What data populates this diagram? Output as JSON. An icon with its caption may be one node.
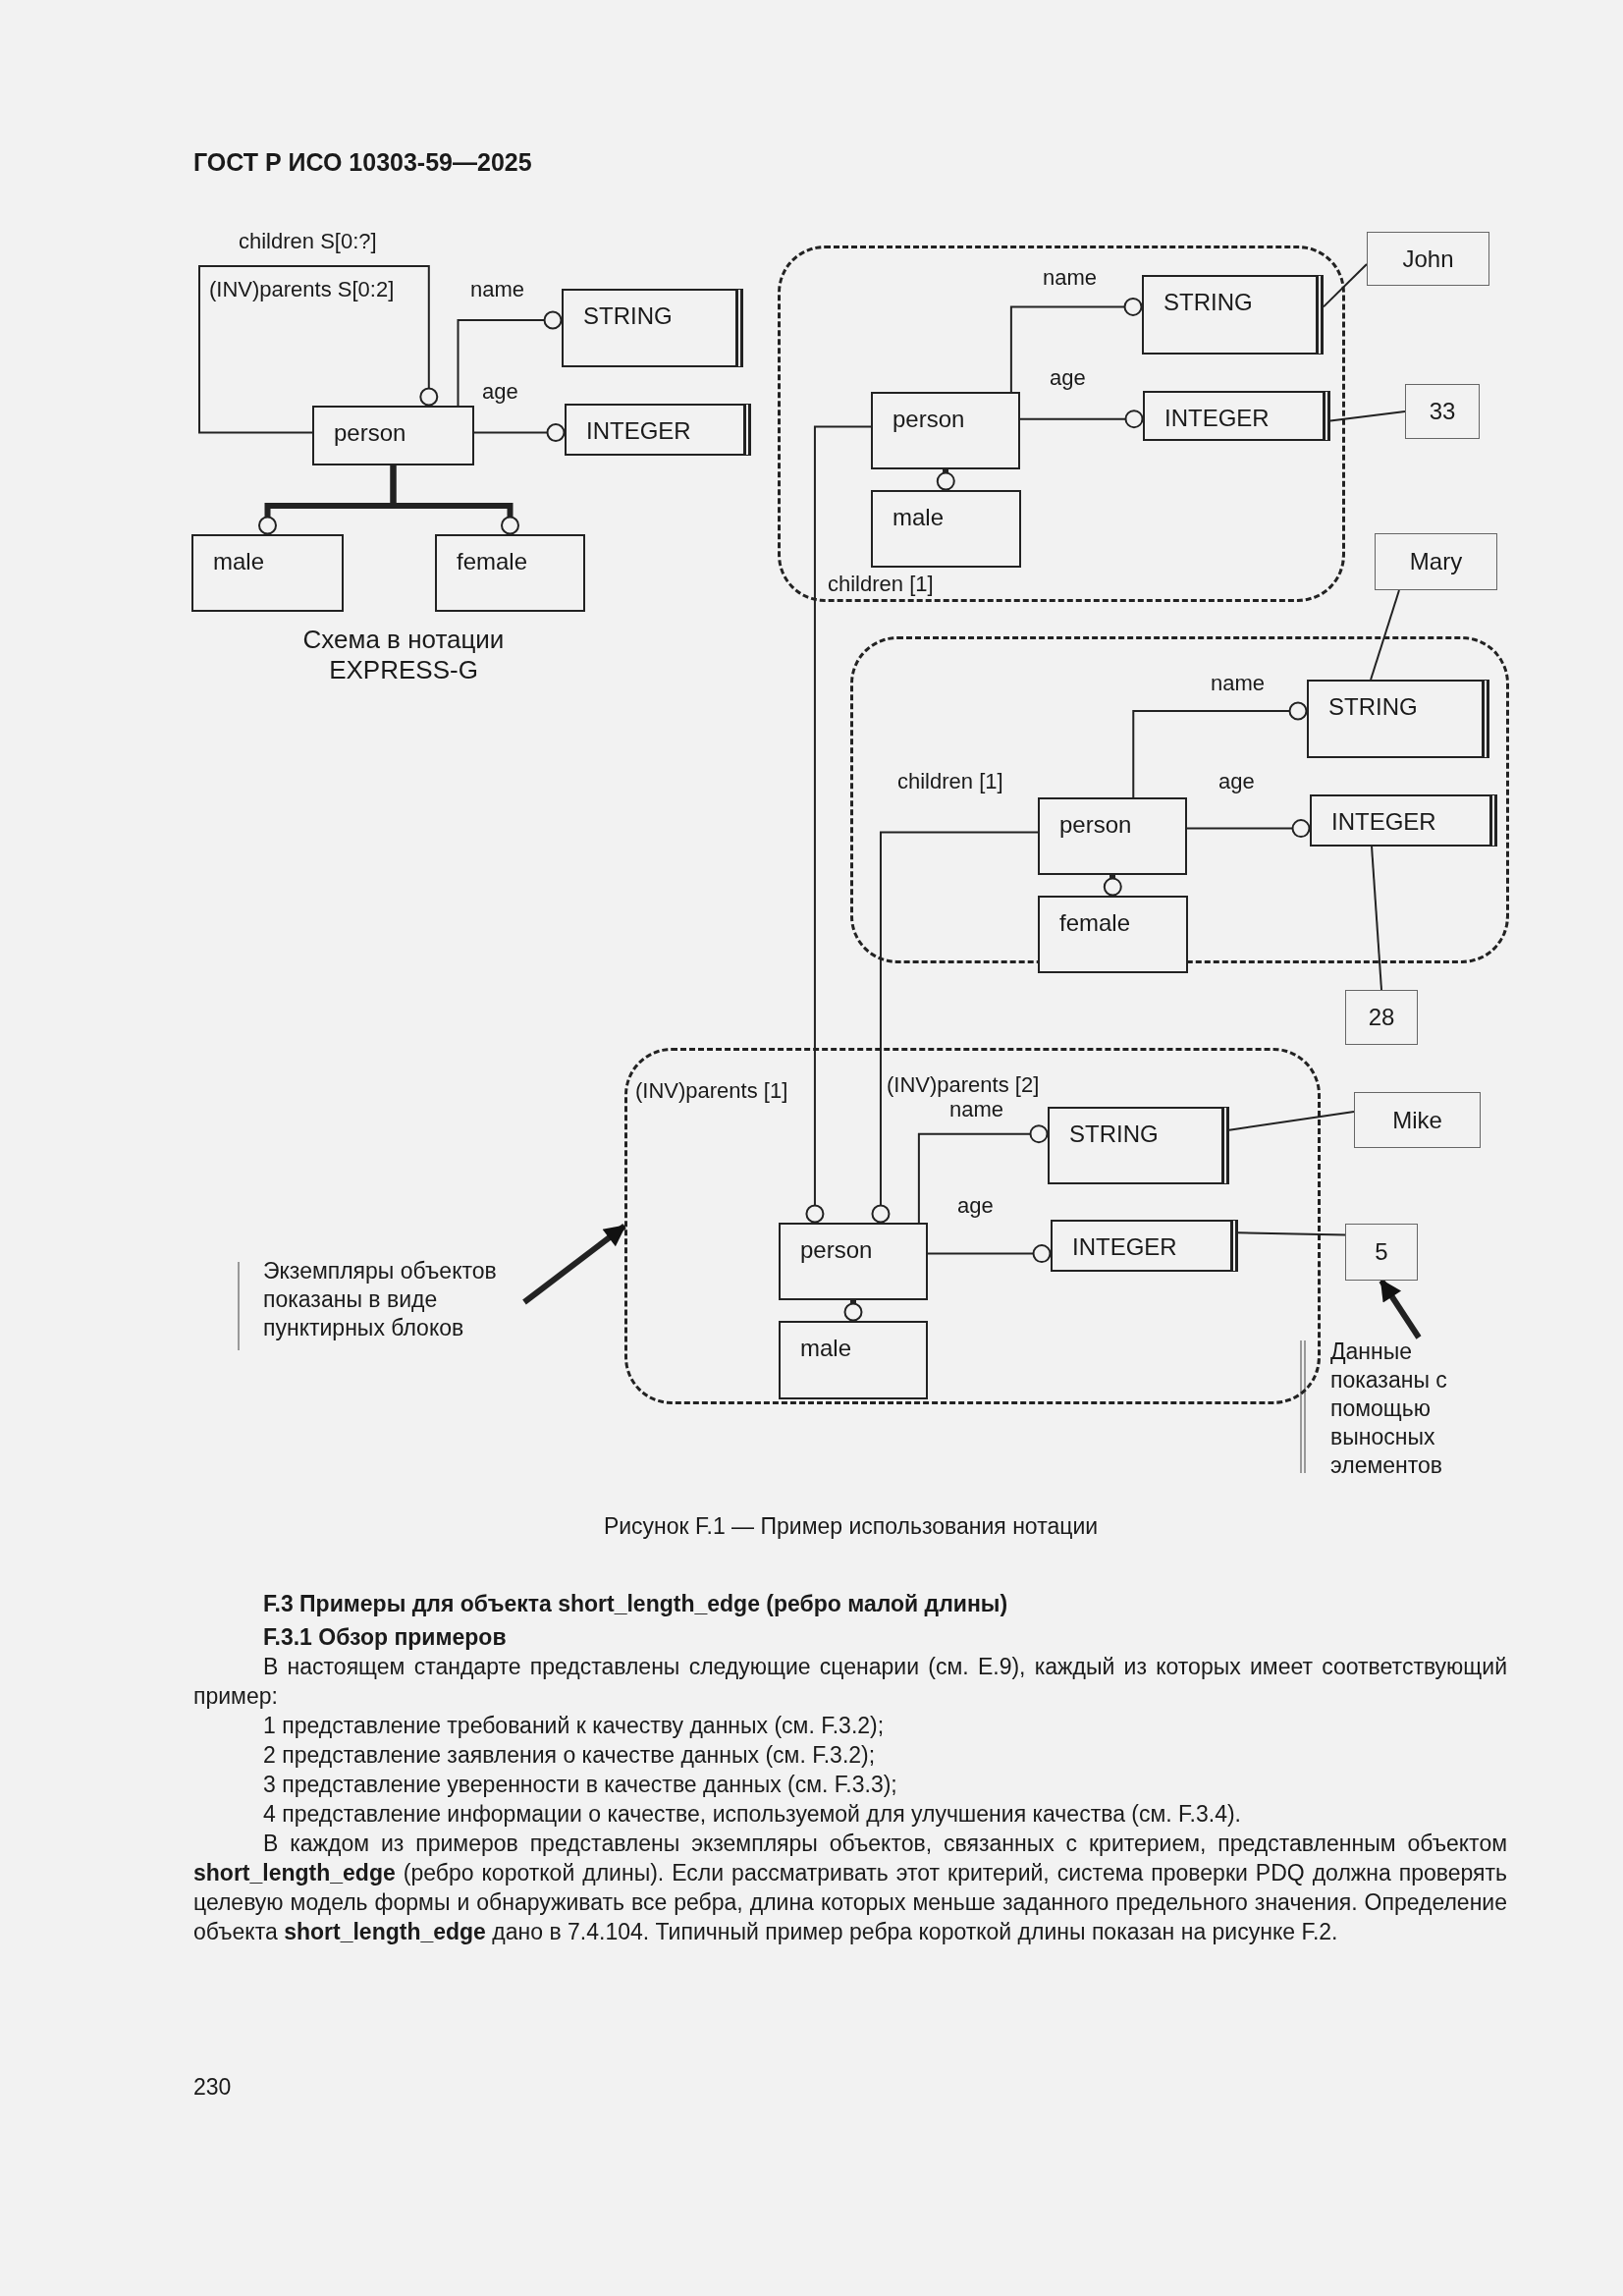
{
  "diagram": {
    "caption": "Рисунок F.1 — Пример использования нотации",
    "nodes": [
      {
        "text": [
          "person"
        ]
      },
      {
        "text": [
          "STRING"
        ]
      },
      {
        "text": [
          "INTEGER"
        ]
      },
      {
        "text": [
          "male"
        ]
      },
      {
        "text": [
          "female"
        ]
      },
      {
        "text": [],
        "shape": "box"
      },
      {
        "text": [
          "person"
        ],
        "in": 5
      },
      {
        "text": [
          "STRING"
        ],
        "in": 5
      },
      {
        "text": [
          "INTEGER"
        ],
        "in": 5
      },
      {
        "text": [
          "male"
        ],
        "in": 5
      },
      {
        "text": [
          "John"
        ]
      },
      {
        "text": [
          "33"
        ]
      },
      {
        "text": [],
        "shape": "box"
      },
      {
        "text": [
          "person"
        ],
        "in": 12
      },
      {
        "text": [
          "STRING"
        ],
        "in": 12
      },
      {
        "text": [
          "INTEGER"
        ],
        "in": 12
      },
      {
        "text": [
          "female"
        ],
        "in": 12
      },
      {
        "text": [
          "Mary"
        ]
      },
      {
        "text": [
          "28"
        ]
      },
      {
        "text": [],
        "shape": "box"
      },
      {
        "text": [
          "person"
        ],
        "in": 19
      },
      {
        "text": [
          "STRING"
        ],
        "in": 19
      },
      {
        "text": [
          "INTEGER"
        ],
        "in": 19
      },
      {
        "text": [
          "male"
        ],
        "in": 19
      },
      {
        "text": [
          "Mike"
        ]
      },
      {
        "text": [
          "5"
        ]
      },
      {
        "text": [
          "Экземпляры объектов показаны в виде пунктирных блоков"
        ]
      },
      {
        "text": [
          "Данные показаны с помощью выносных элементов"
        ]
      }
    ],
    "edges": [
      {
        "from": 0,
        "to": 1,
        "arrow": "other",
        "label": "name"
      },
      {
        "from": 0,
        "to": 2,
        "arrow": "other",
        "label": "age"
      },
      {
        "from": 0,
        "to": 0,
        "arrow": "other",
        "label": "children S[0:?]"
      },
      {
        "from": 0,
        "to": 3,
        "arrow": "other",
        "style": "thick"
      },
      {
        "from": 0,
        "to": 4,
        "arrow": "other",
        "style": "thick"
      },
      {
        "from": 6,
        "to": 7,
        "arrow": "other",
        "label": "name"
      },
      {
        "from": 6,
        "to": 8,
        "arrow": "other",
        "label": "age"
      },
      {
        "from": 6,
        "to": 9,
        "arrow": "other",
        "style": "thick"
      },
      {
        "from": 10,
        "to": 7,
        "arrow": "none"
      },
      {
        "from": 11,
        "to": 8,
        "arrow": "none"
      },
      {
        "from": 13,
        "to": 14,
        "arrow": "other",
        "label": "name"
      },
      {
        "from": 13,
        "to": 15,
        "arrow": "other",
        "label": "age"
      },
      {
        "from": 13,
        "to": 16,
        "arrow": "other",
        "style": "thick"
      },
      {
        "from": 17,
        "to": 14,
        "arrow": "none"
      },
      {
        "from": 18,
        "to": 15,
        "arrow": "none"
      },
      {
        "from": 20,
        "to": 21,
        "arrow": "other",
        "label": "name"
      },
      {
        "from": 20,
        "to": 22,
        "arrow": "other",
        "label": "age"
      },
      {
        "from": 20,
        "to": 23,
        "arrow": "other",
        "style": "thick"
      },
      {
        "from": 24,
        "to": 21,
        "arrow": "none"
      },
      {
        "from": 25,
        "to": 22,
        "arrow": "none"
      },
      {
        "from": 6,
        "to": 20,
        "arrow": "other",
        "label": "children [1]"
      },
      {
        "from": 13,
        "to": 20,
        "arrow": "other",
        "label": "children [1]"
      },
      {
        "from": 26,
        "to": 19,
        "arrow": "to",
        "style": "thick"
      },
      {
        "from": 27,
        "to": 25,
        "arrow": "to",
        "style": "thick"
      }
    ],
    "labels": [
      "ГОСТ Р ИСО 10303-59—2025",
      "(INV)parents S[0:2]",
      "Схема в нотации EXPRESS-G",
      "(INV)parents [1]",
      "(INV)parents [2]",
      "F.3 Примеры для объекта short_length_edge (ребро малой длины)",
      "F.3.1 Обзор примеров",
      "В настоящем стандарте представлены следующие сценарии (см. E.9), каждый из которых имеет соответствующий пример:",
      "1 представление требований к качеству данных (см. F.3.2);",
      "2 представление заявления о качестве данных (см. F.3.2);",
      "3 представление уверенности в качестве данных (см. F.3.3);",
      "4 представление информации о качестве, используемой для улучшения качества (см. F.3.4).",
      "В каждом из примеров представлены экземпляры объектов, связанных с критерием, представленным объектом **short_length_edge** (ребро короткой длины). Если рассматривать этот критерий, система проверки PDQ должна проверять целевую модель формы и обнаруживать все ребра, длина которых меньше заданного предельного значения. Определение объекта **short_length_edge** дано в 7.4.104. Типичный пример ребра короткой длины показан на рисунке F.2.",
      "230"
    ]
  }
}
